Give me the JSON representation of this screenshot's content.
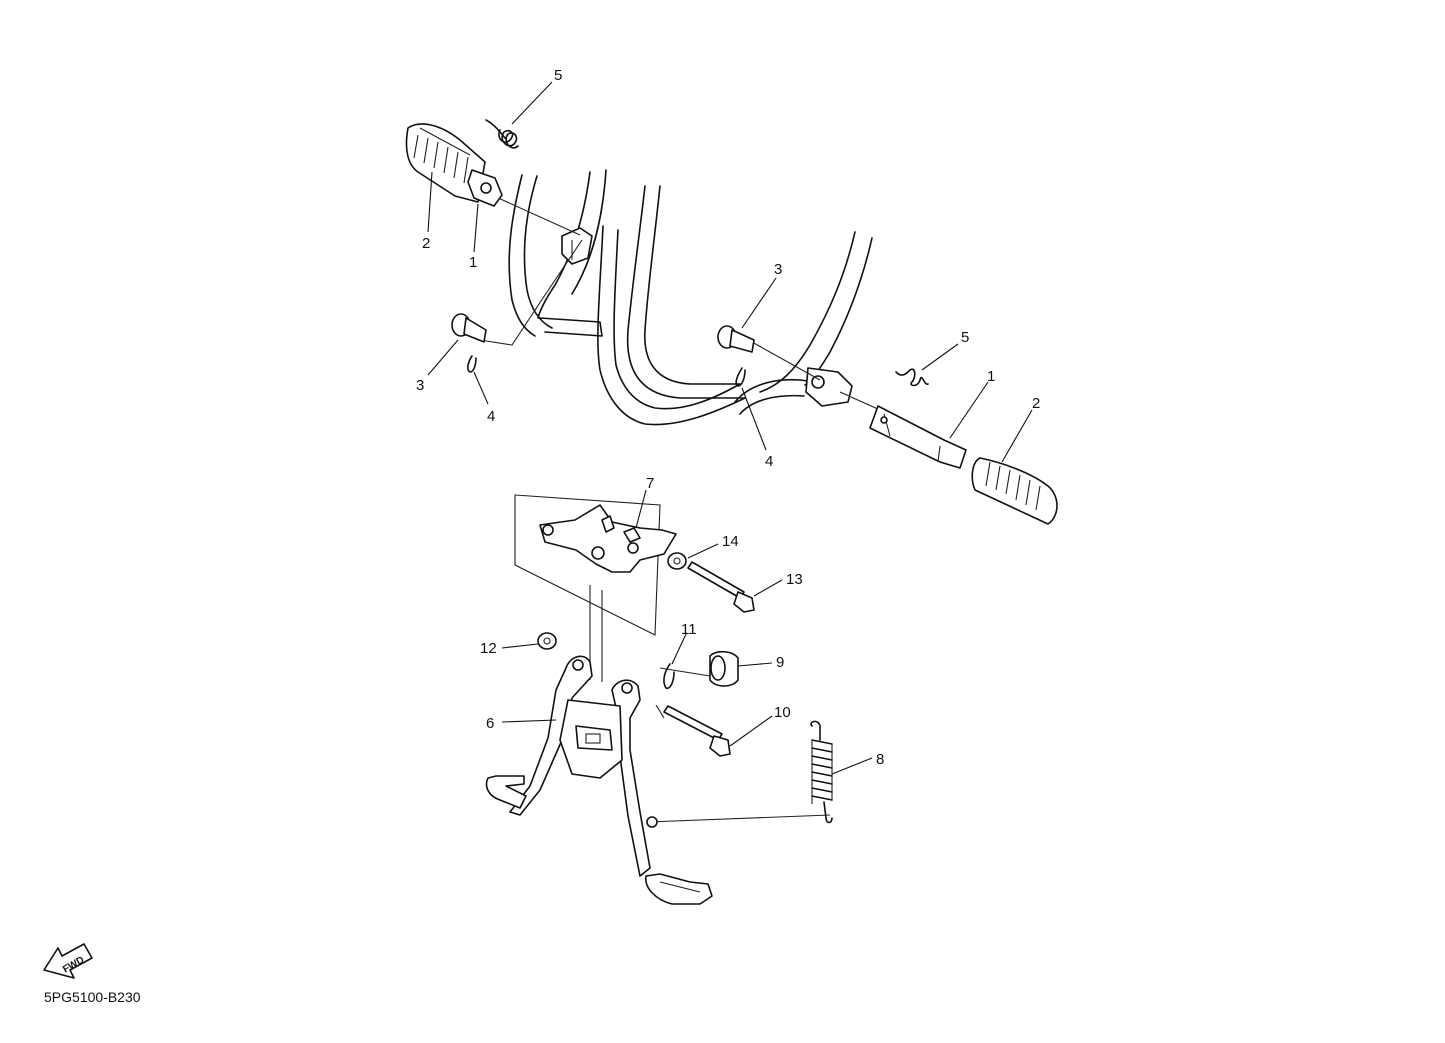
{
  "diagram": {
    "callouts": [
      {
        "id": "5-top",
        "text": "5"
      },
      {
        "id": "2-left",
        "text": "2"
      },
      {
        "id": "1-left",
        "text": "1"
      },
      {
        "id": "3-left",
        "text": "3"
      },
      {
        "id": "4-left",
        "text": "4"
      },
      {
        "id": "3-right",
        "text": "3"
      },
      {
        "id": "4-mid",
        "text": "4"
      },
      {
        "id": "5-right",
        "text": "5"
      },
      {
        "id": "1-right",
        "text": "1"
      },
      {
        "id": "2-right",
        "text": "2"
      },
      {
        "id": "7",
        "text": "7"
      },
      {
        "id": "14",
        "text": "14"
      },
      {
        "id": "13",
        "text": "13"
      },
      {
        "id": "11",
        "text": "11"
      },
      {
        "id": "12",
        "text": "12"
      },
      {
        "id": "9",
        "text": "9"
      },
      {
        "id": "10",
        "text": "10"
      },
      {
        "id": "6",
        "text": "6"
      },
      {
        "id": "8",
        "text": "8"
      }
    ],
    "fwd_label": "FWD",
    "drawing_code": "5PG5100-B230"
  }
}
